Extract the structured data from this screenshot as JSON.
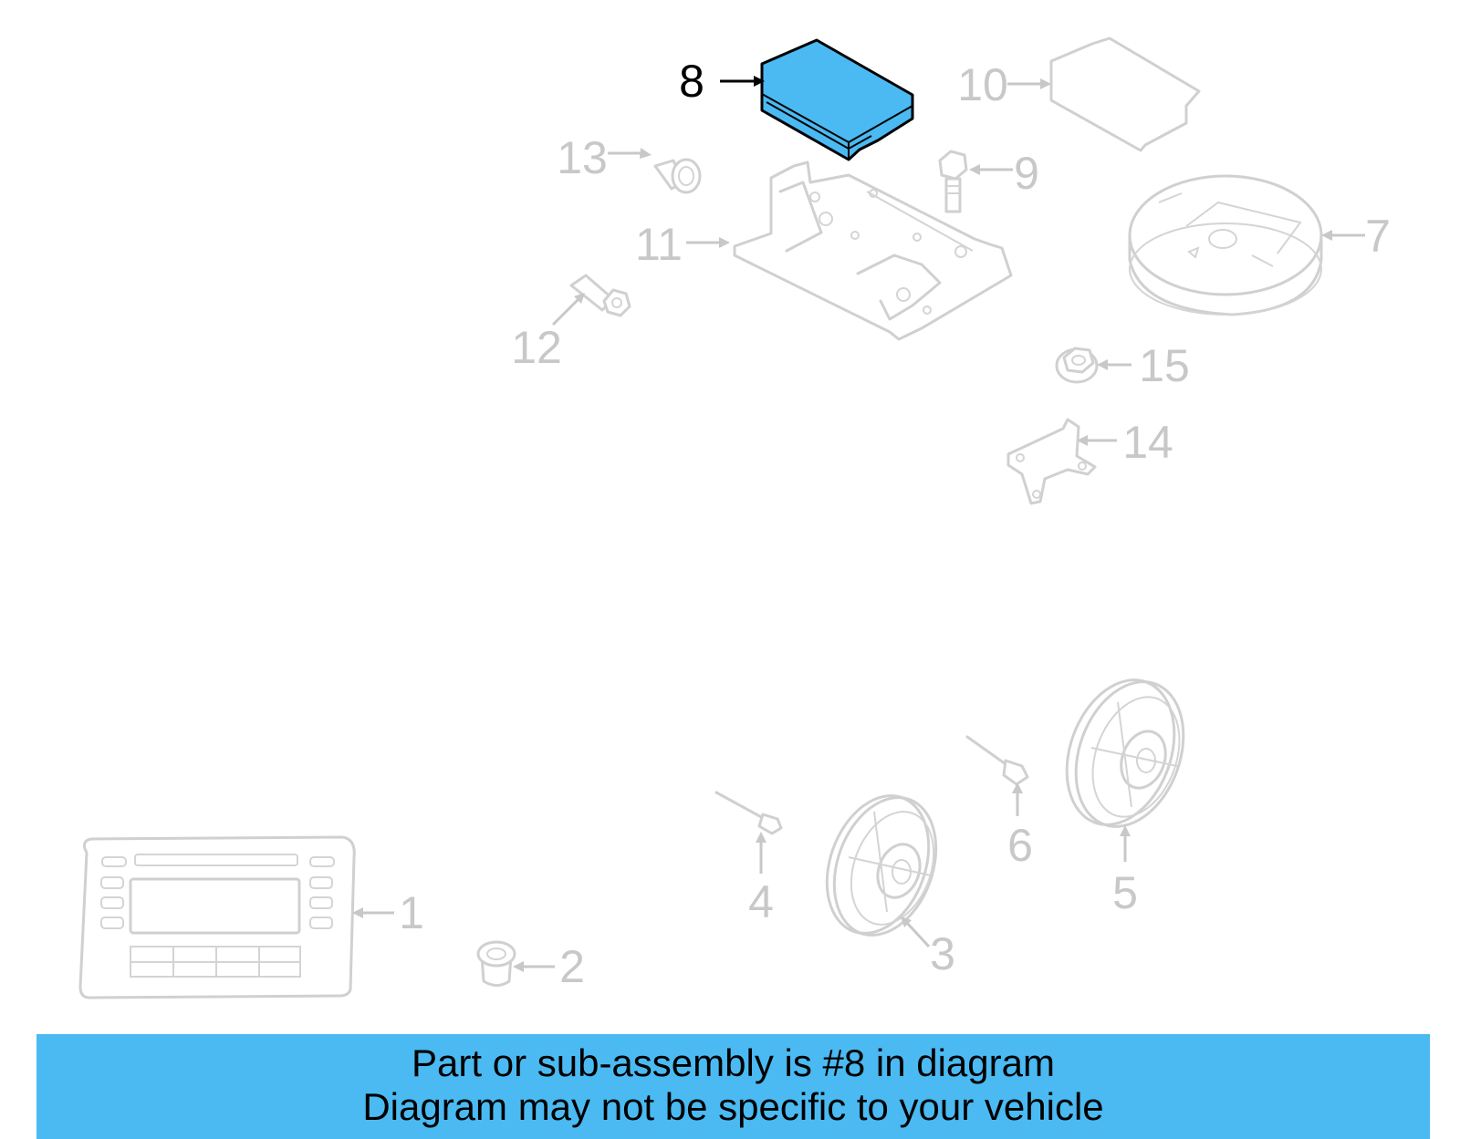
{
  "diagram": {
    "highlight_color": "#4bbaf2",
    "highlighted_part": "8",
    "callouts": [
      "1",
      "2",
      "3",
      "4",
      "5",
      "6",
      "7",
      "8",
      "9",
      "10",
      "11",
      "12",
      "13",
      "14",
      "15"
    ]
  },
  "banner": {
    "line1": "Part or sub-assembly is #8 in diagram",
    "line2": "Diagram may not be specific to your vehicle",
    "background": "#4bbaf2"
  }
}
